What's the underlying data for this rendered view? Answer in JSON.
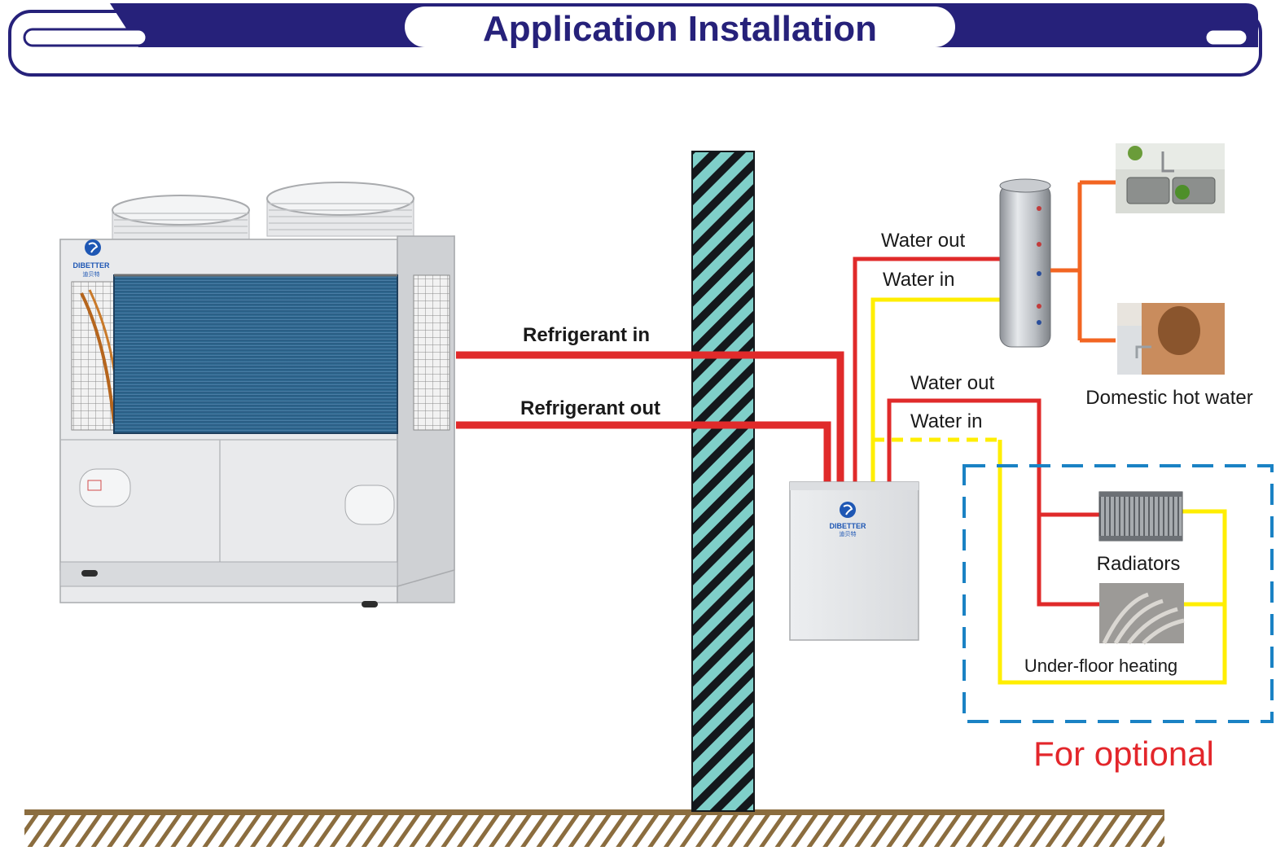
{
  "header": {
    "title": "Application Installation"
  },
  "outdoor_unit": {
    "brand": "DIBETTER",
    "brand_cn": "迪贝特"
  },
  "indoor_unit": {
    "brand": "DIBETTER",
    "brand_cn": "迪贝特"
  },
  "pipes": {
    "refrigerant_in": "Refrigerant in",
    "refrigerant_out": "Refrigerant out",
    "tank_water_out": "Water out",
    "tank_water_in": "Water in",
    "heating_water_out": "Water out",
    "heating_water_in": "Water in"
  },
  "outputs": {
    "domestic_hot_water": "Domestic hot water",
    "radiators": "Radiators",
    "underfloor_heating": "Under-floor heating"
  },
  "optional_label": "For optional",
  "colors": {
    "header_navy": "#26217a",
    "refrigerant_red": "#e02a2a",
    "water_yellow": "#ffee00",
    "hot_water_orange": "#f26522",
    "optional_blue": "#1a82c4",
    "optional_text_red": "#e3262b",
    "wall_teal": "#7fcfc9",
    "ground_brown": "#8b6d3f"
  }
}
